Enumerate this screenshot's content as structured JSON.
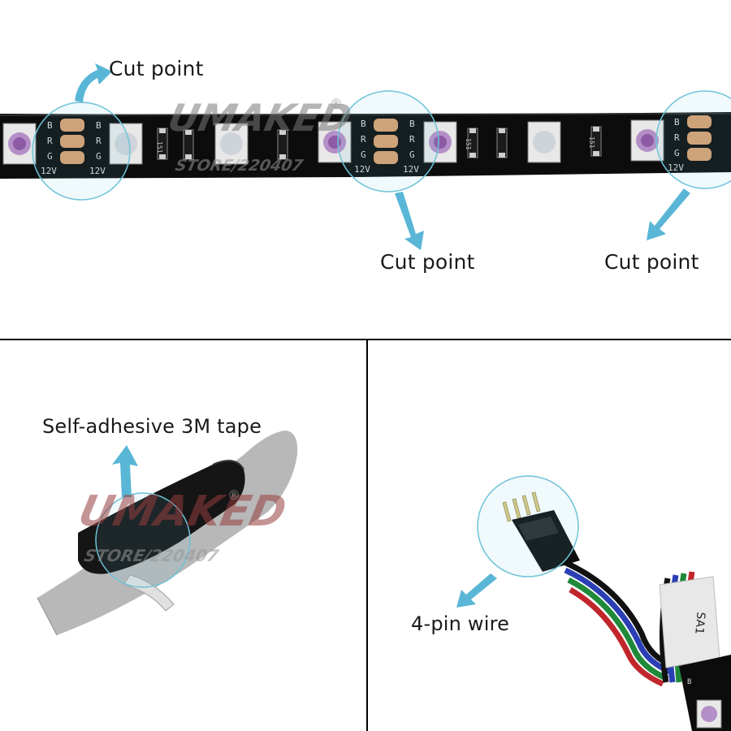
{
  "labels": {
    "cut_point_1": "Cut point",
    "cut_point_2": "Cut point",
    "cut_point_3": "Cut point",
    "tape": "Self-adhesive 3M tape",
    "wire": "4-pin wire"
  },
  "watermark": {
    "brand": "UMAKED",
    "store": "STORE/220407",
    "reg": "®"
  },
  "pcb_marks": {
    "pad_letters": [
      "B",
      "R",
      "G",
      "12V"
    ],
    "resistor_code": "151",
    "connector_tag": "SA1"
  },
  "colors": {
    "strip": "#0c0c0c",
    "pad": "#d9a070",
    "highlight": "#6ec3d9",
    "arrow": "#59b6d6",
    "divider": "#000000",
    "tape_backing": "#b8b8b8",
    "wire_red": "#c0262b",
    "wire_green": "#1e8a3a",
    "wire_blue": "#2b3fb5",
    "wire_black": "#111111"
  }
}
